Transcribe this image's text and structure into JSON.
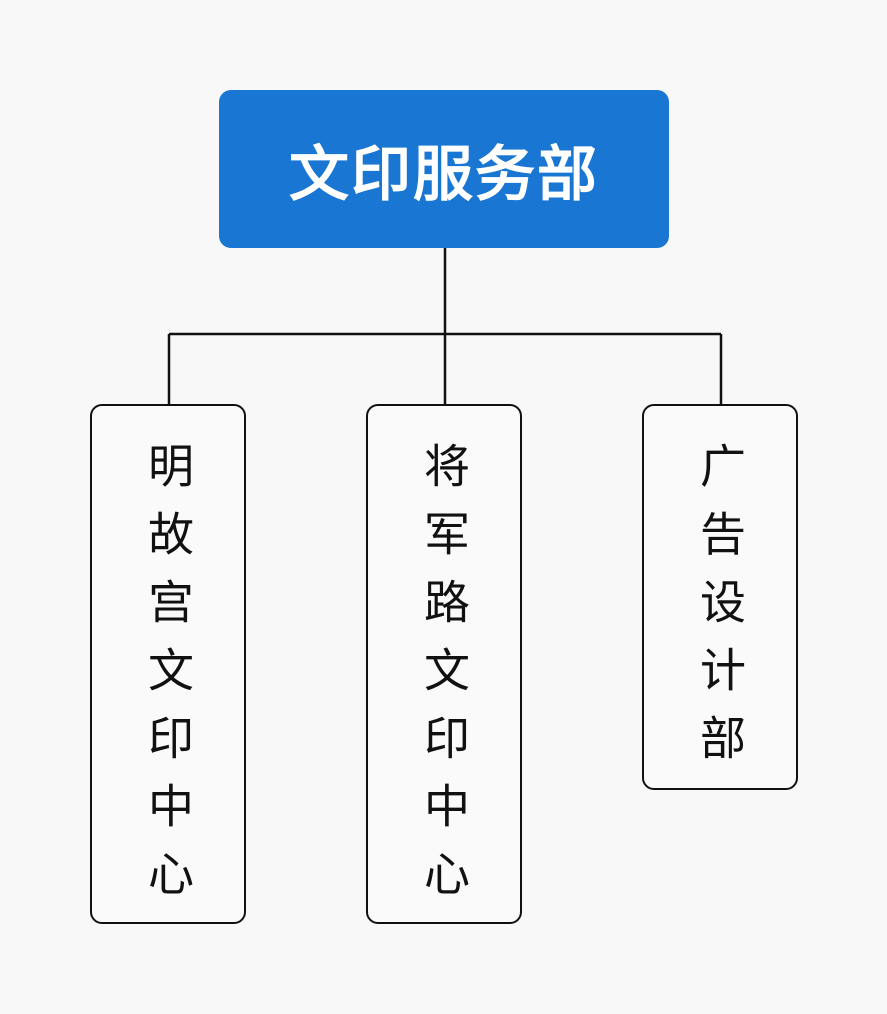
{
  "root": {
    "label": "文印服务部",
    "color": "#1976d2"
  },
  "children": [
    {
      "label": "明故宫文印中心"
    },
    {
      "label": "将军路文印中心"
    },
    {
      "label": "广告设计部"
    }
  ]
}
